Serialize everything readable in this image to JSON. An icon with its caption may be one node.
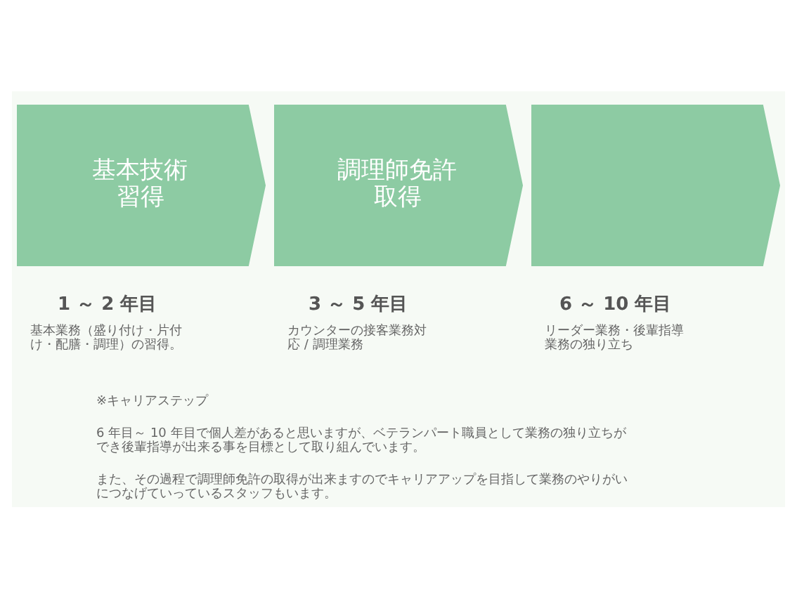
{
  "diagram": {
    "nodes": [
      {
        "text": [
          "基本技術習得"
        ],
        "beside": [
          "1 ～ 2 年目",
          "基本業務（盛り付け・片付け・配膳・調理）の習得。"
        ]
      },
      {
        "text": [
          "調理師免許取得"
        ],
        "beside": [
          "3 ～ 5 年目",
          "カウンターの接客業務対応 / 調理業務"
        ]
      },
      {
        "text": [],
        "shape": "chevron",
        "beside": [
          "6 ～ 10 年目",
          "リーダー業務・後輩指導業務の独り立ち"
        ]
      }
    ],
    "labels": [
      "※キャリアステップ",
      "6 年目～ 10 年目で個人差があると思いますが、ベテランパート職員として業務の独り立ちができ後輩指導が出来る事を目標として取り組んでいます。",
      "また、その過程で調理師免許の取得が出来ますのでキャリアアップを目指して業務のやりがいにつなげていっているスタッフもいます。"
    ]
  }
}
